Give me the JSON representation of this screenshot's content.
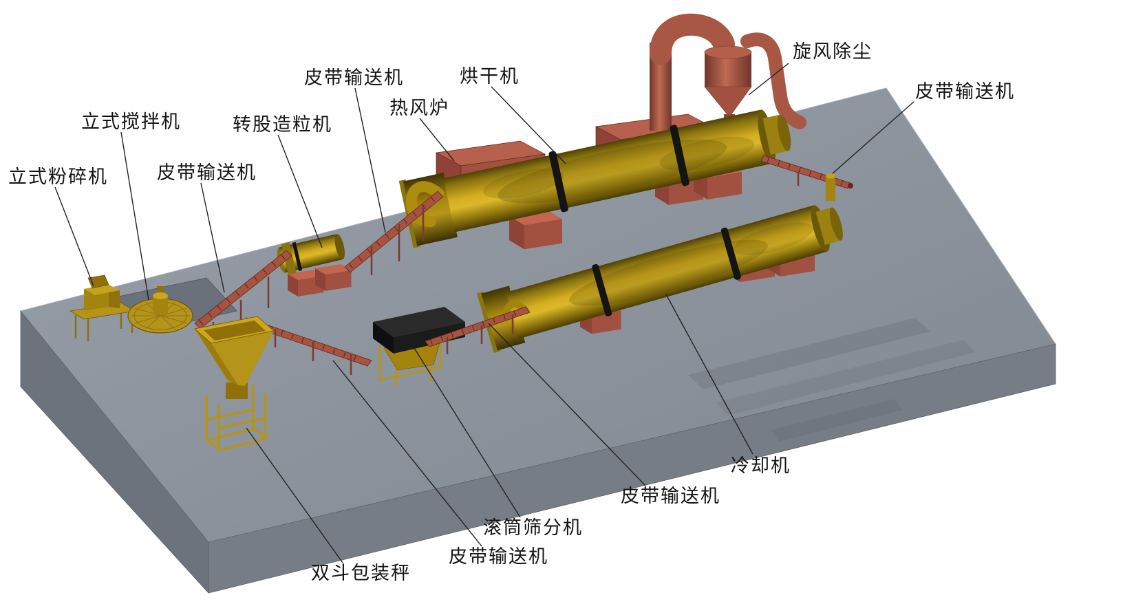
{
  "diagram": {
    "kind": "3d-production-line-diagram",
    "subject": "fertilizer production line equipment layout"
  },
  "labels": [
    {
      "id": "vertical-crusher",
      "text": "立式粉碎机"
    },
    {
      "id": "vertical-mixer",
      "text": "立式搅拌机"
    },
    {
      "id": "belt-conveyor-a",
      "text": "皮带输送机"
    },
    {
      "id": "rotary-drum-granulator",
      "text": "转股造粒机"
    },
    {
      "id": "belt-conveyor-b",
      "text": "皮带输送机"
    },
    {
      "id": "hot-air-furnace",
      "text": "热风炉"
    },
    {
      "id": "dryer",
      "text": "烘干机"
    },
    {
      "id": "cyclone-dust-collector",
      "text": "旋风除尘"
    },
    {
      "id": "belt-conveyor-discharge",
      "text": "皮带输送机"
    },
    {
      "id": "cooler",
      "text": "冷却机"
    },
    {
      "id": "belt-conveyor-cooler-feed",
      "text": "皮带输送机"
    },
    {
      "id": "drum-screener",
      "text": "滚筒筛分机"
    },
    {
      "id": "belt-conveyor-packing",
      "text": "皮带输送机"
    },
    {
      "id": "double-hopper-packing-scale",
      "text": "双斗包装秤"
    }
  ],
  "colors": {
    "background": "#ffffff",
    "platform_top": "#8d959f",
    "platform_side_left": "#6d737c",
    "platform_side_right": "#767d87",
    "drum_yellow": "#d3ad1e",
    "machine_red": "#a2503f",
    "conveyor_red": "#a8523f",
    "label_text": "#141414",
    "leader_line": "#222222"
  }
}
